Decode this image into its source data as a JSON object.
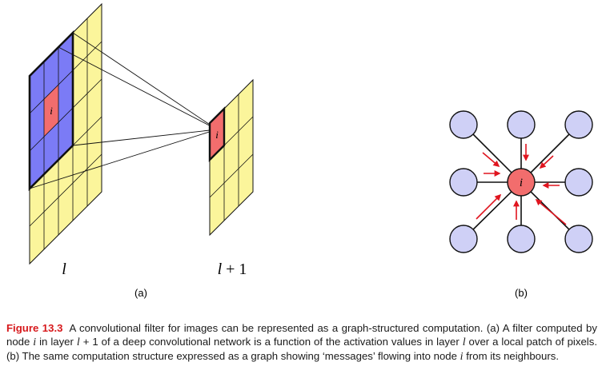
{
  "panel_a": {
    "node_label": "i",
    "layer_label_left": "l",
    "layer_label_right_var": "l",
    "layer_label_right_rest": " + 1",
    "sublabel": "(a)"
  },
  "panel_b": {
    "center_label": "i",
    "sublabel": "(b)"
  },
  "caption": {
    "figure_label": "Figure 13.3",
    "p1": "A convolutional filter for images can be represented as a graph-structured computation. (a) A filter computed by node ",
    "m1": "i",
    "p2": " in layer ",
    "m2": "l",
    "p3": " + 1 of a deep convolutional network is a function of the activation values in layer ",
    "m3": "l",
    "p4": " over a local patch of pixels. (b) The same computation structure expressed as a graph showing ‘messages’ flowing into node ",
    "m4": "i",
    "p5": " from its neighbours."
  },
  "colors": {
    "grid_fill": "#fbf59b",
    "patch_fill": "#7b7bf6",
    "node_fill": "#f26d6d",
    "neighbor_fill": "#cfd0f6",
    "arrow": "#e0151f",
    "line": "#111111"
  }
}
